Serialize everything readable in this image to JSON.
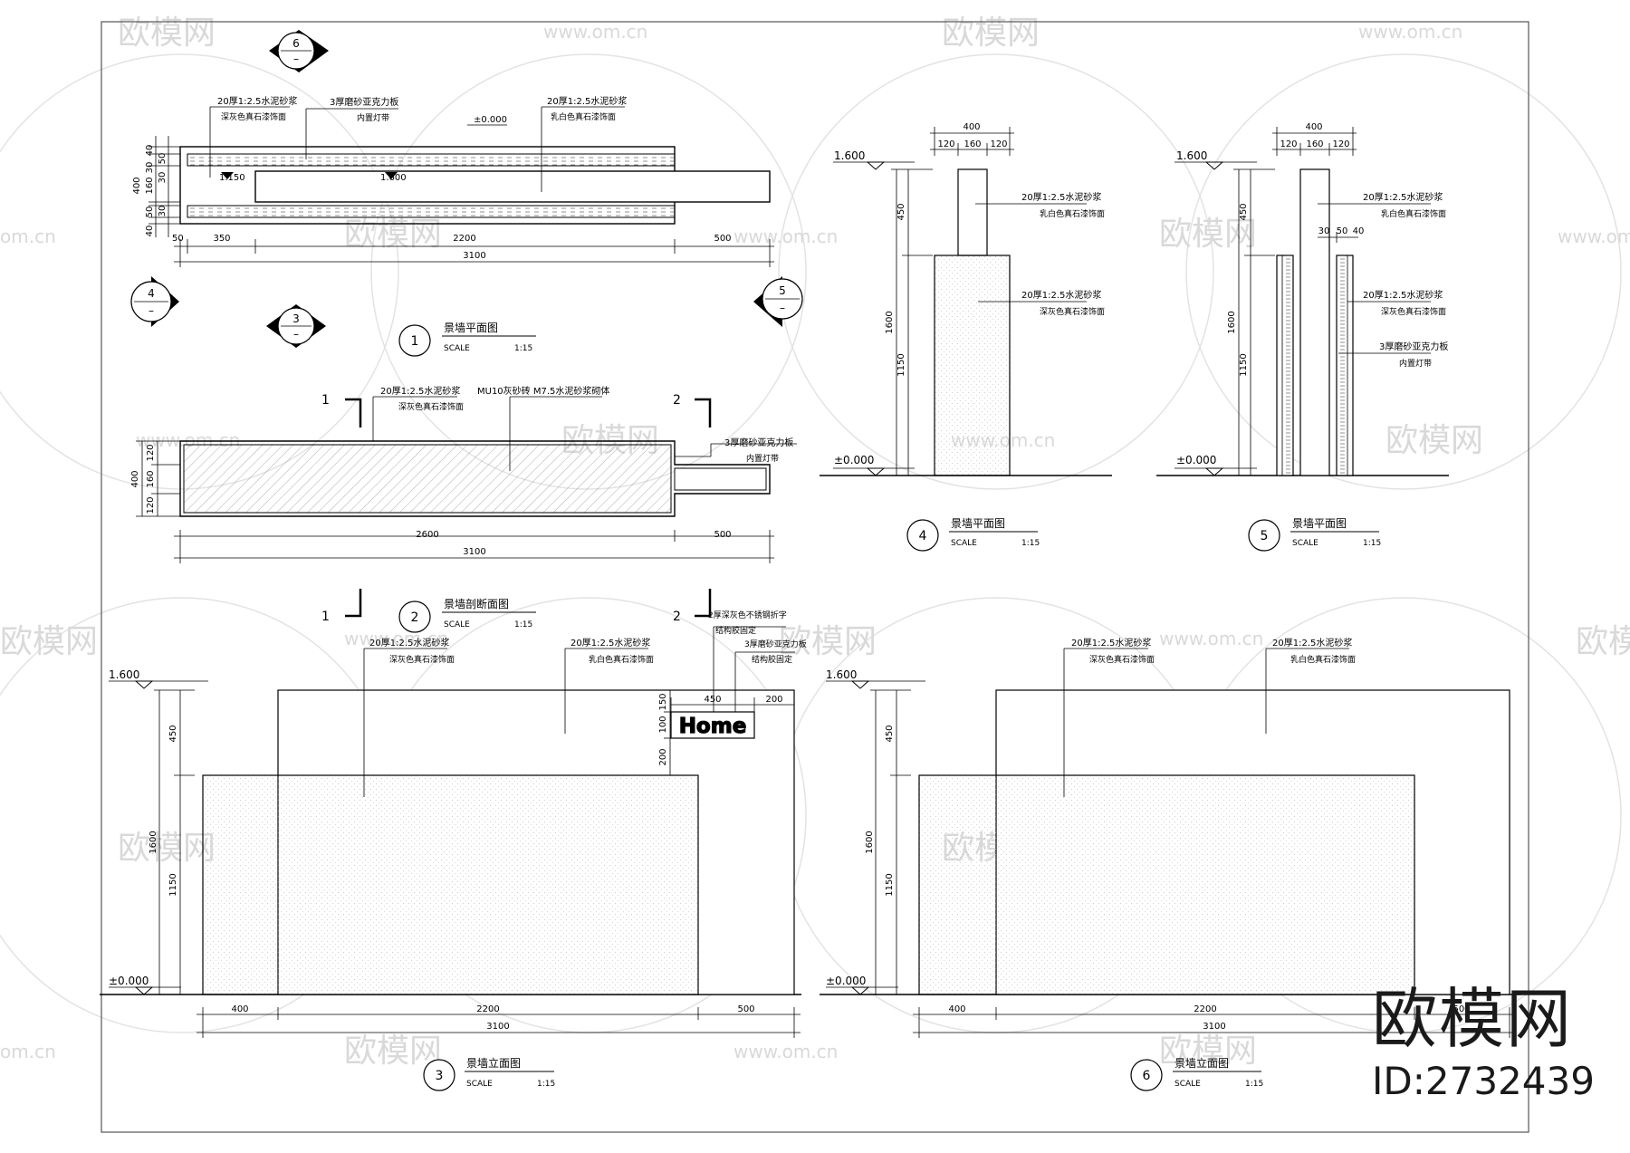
{
  "watermark": {
    "brand": "欧模网",
    "site": "www.om.cn",
    "site_short": "om.cn"
  },
  "stamp": {
    "logo": "欧模网",
    "id": "ID:2732439"
  },
  "levels": {
    "top": "1.600",
    "mid": "1.150",
    "zero": "±0.000"
  },
  "notes": {
    "cement_dark": "20厚1:2.5水泥砂浆",
    "stone_dark": "深灰色真石漆饰面",
    "stone_white": "乳白色真石漆饰面",
    "acrylic": "3厚磨砂亚克力板",
    "acrylic_light": "内置灯带",
    "brick": "MU10灰砂砖 M7.5水泥砂浆砌体",
    "steel": "2厚深灰色不锈钢折字",
    "fix": "结构胶固定"
  },
  "views": {
    "v1": {
      "num": "1",
      "title": "景墙平面图",
      "scale_label": "SCALE",
      "scale": "1:15"
    },
    "v2": {
      "num": "2",
      "title": "景墙剖断面图",
      "scale_label": "SCALE",
      "scale": "1:15"
    },
    "v3": {
      "num": "3",
      "title": "景墙立面图",
      "scale_label": "SCALE",
      "scale": "1:15"
    },
    "v4": {
      "num": "4",
      "title": "景墙平面图",
      "scale_label": "SCALE",
      "scale": "1:15"
    },
    "v5": {
      "num": "5",
      "title": "景墙平面图",
      "scale_label": "SCALE",
      "scale": "1:15"
    },
    "v6": {
      "num": "6",
      "title": "景墙立面图",
      "scale_label": "SCALE",
      "scale": "1:15"
    }
  },
  "markers": {
    "m6": "6",
    "m4": "4",
    "m5": "5",
    "m3": "3",
    "dash": "–",
    "sec1": "1",
    "sec2": "2"
  },
  "sign": {
    "text": "Home"
  },
  "dims": {
    "d40": "40",
    "d30": "30",
    "d160": "160",
    "d50": "50",
    "d400": "400",
    "d350": "350",
    "d2200": "2200",
    "d500": "500",
    "d3100": "3100",
    "d120": "120",
    "d2600": "2600",
    "d450": "450",
    "d1600": "1600",
    "d1150": "1150",
    "d200": "200",
    "d150": "150",
    "d100": "100"
  }
}
